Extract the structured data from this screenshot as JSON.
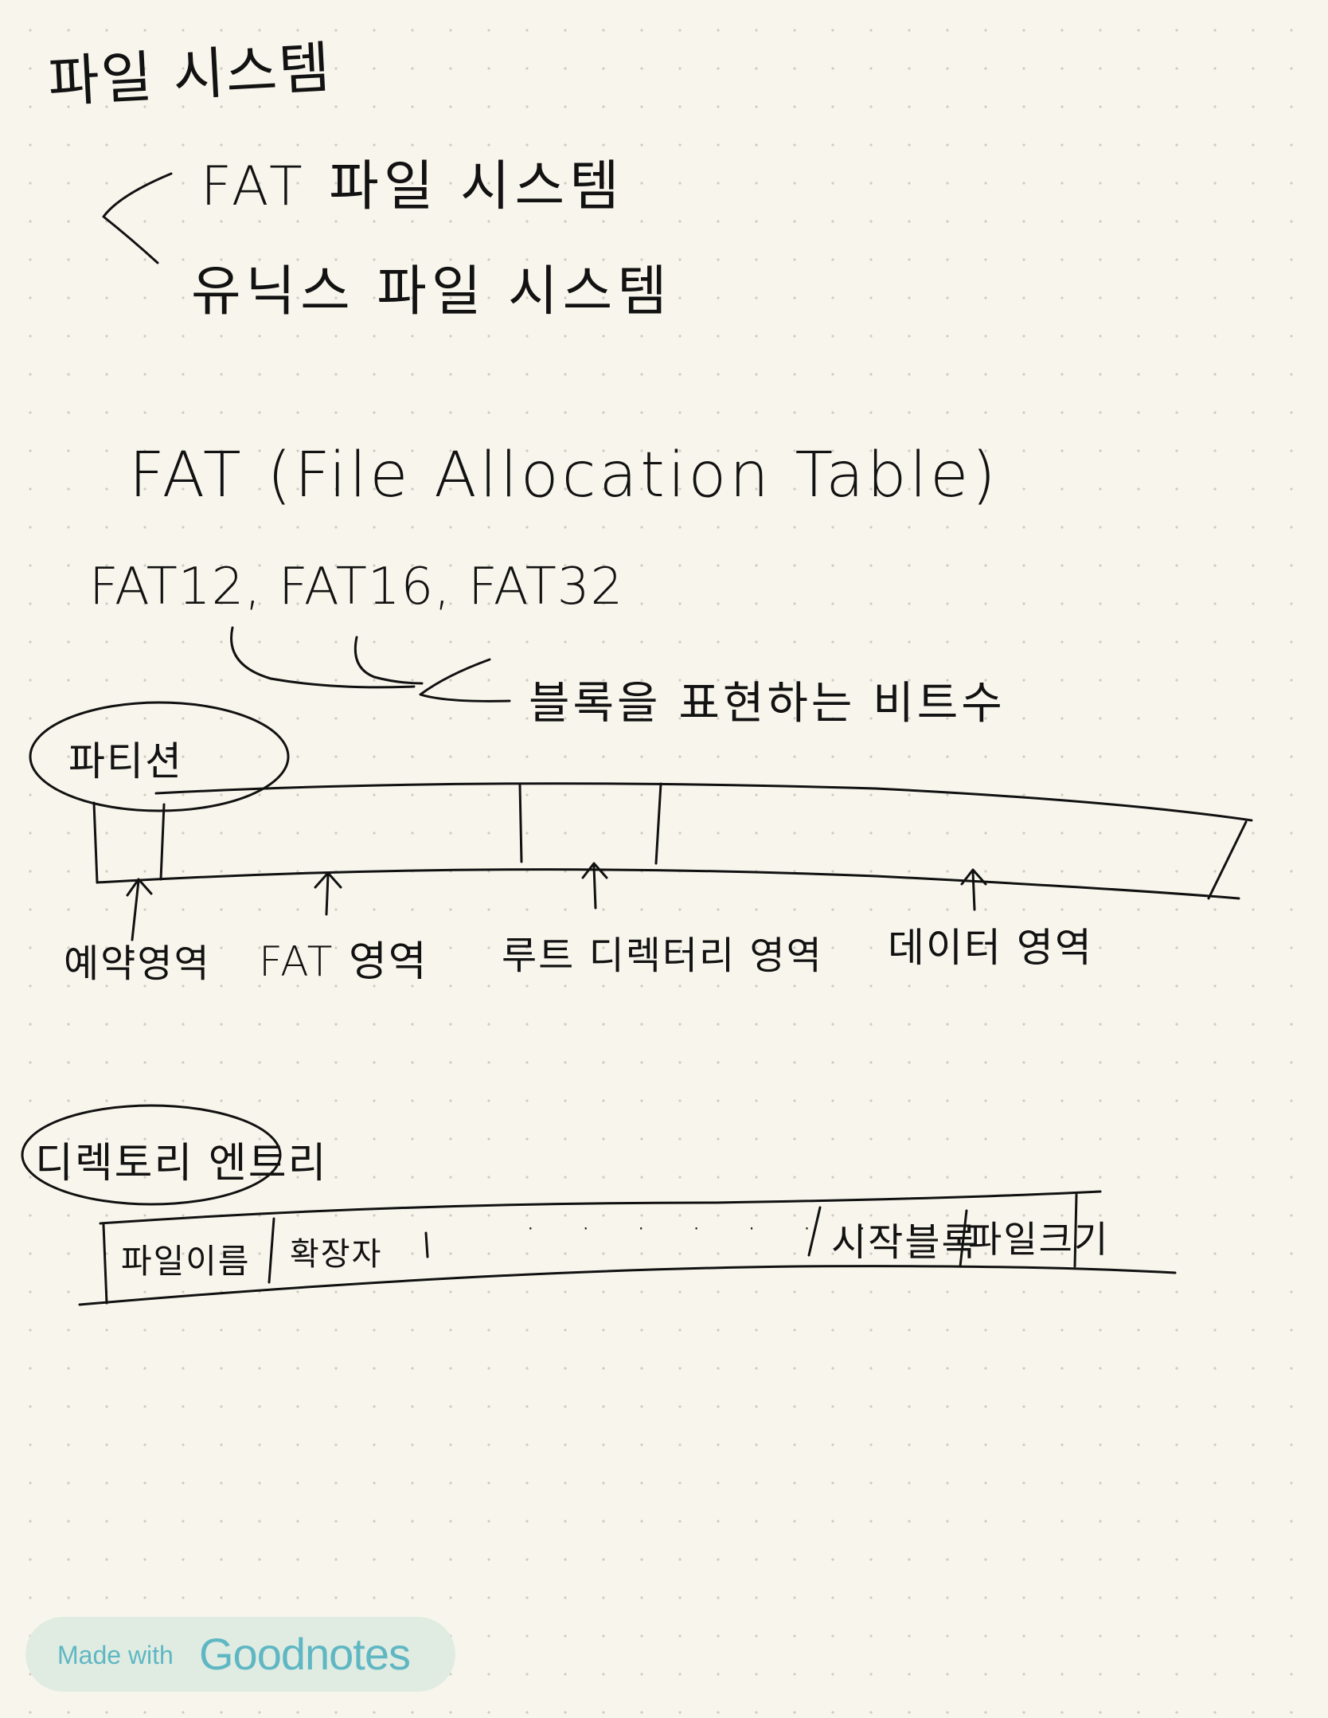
{
  "title": "파일 시스템",
  "fs_types": {
    "fat": "FAT 파일 시스템",
    "unix": "유닉스 파일 시스템"
  },
  "fat_full_name": "FAT (File Allocation Table)",
  "fat_versions": "FAT12, FAT16, FAT32",
  "fat_versions_note": "블록을 표현하는 비트수",
  "partition": {
    "label": "파티션",
    "areas": {
      "reserved": "예약영역",
      "fat": "FAT 영역",
      "root_dir": "루트 디렉터리 영역",
      "data": "데이터 영역"
    }
  },
  "dir_entry": {
    "label": "디렉토리 엔트리",
    "fields": {
      "filename": "파일이름",
      "extension": "확장자",
      "ellipsis": "· · · · · · ·",
      "start_block": "시작블록",
      "file_size": "파일크기"
    }
  },
  "badge": {
    "made_with": "Made with",
    "brand": "Goodnotes"
  }
}
